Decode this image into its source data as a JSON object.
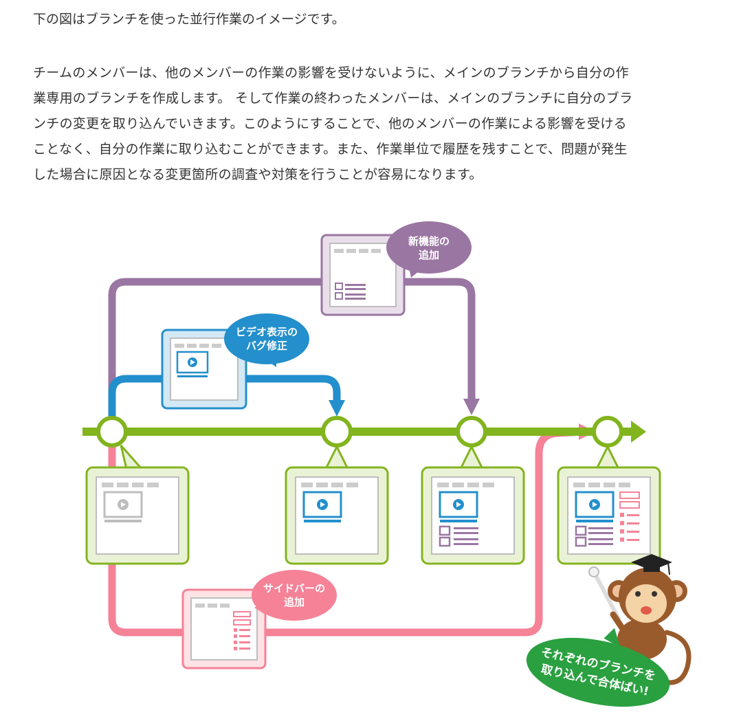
{
  "intro_text": "下の図はブランチを使った並行作業のイメージです。",
  "paragraph_lines": [
    "チームのメンバーは、他のメンバーの作業の影響を受けないように、メインのブランチから自分の作",
    "業専用のブランチを作成します。 そして作業の終わったメンバーは、メインのブランチに自分のブラ",
    "ンチの変更を取り込んでいきます。このようにすることで、他のメンバーの作業による影響を受ける",
    "ことなく、自分の作業に取り込むことができます。また、作業単位で履歴を残すことで、問題が発生",
    "した場合に原因となる変更箇所の調査や対策を行うことが容易になります。"
  ],
  "diagram": {
    "bubble_feature": [
      "新機能の",
      "追加"
    ],
    "bubble_bugfix": [
      "ビデオ表示の",
      "バグ修正"
    ],
    "bubble_sidebar": [
      "サイドバーの",
      "追加"
    ],
    "bubble_merge": [
      "それぞれのブランチを",
      "取り込んで合体ばい!"
    ],
    "colors": {
      "main": "#82b41e",
      "feature": "#9a76a2",
      "bugfix": "#238fcc",
      "sidebar": "#f58297",
      "merge_bubble": "#2aa040"
    }
  }
}
